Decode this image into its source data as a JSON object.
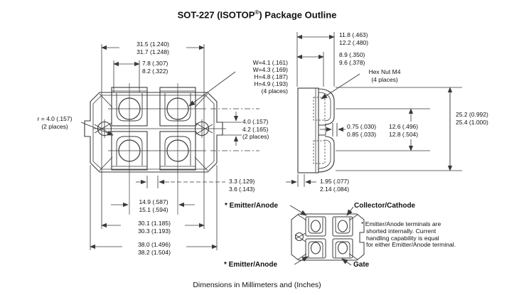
{
  "title": {
    "text_before_reg": "SOT-227 (ISOTOP",
    "registered_mark": "®",
    "text_after_reg": ") Package Outline"
  },
  "caption": "Dimensions in Millimeters and (Inches)",
  "drawing": {
    "line_color": "#3a3a3a",
    "text_color": "#111111",
    "background": "#ffffff",
    "views": [
      "top-view",
      "side-view",
      "terminal-assignment-view"
    ]
  },
  "dims": {
    "d315": [
      "31.5 (1.240)",
      "31.7 (1.248)"
    ],
    "d78": [
      "7.8 (.307)",
      "8.2 (.322)"
    ],
    "wh": [
      "W=4.1 (.161)",
      "W=4.3 (.169)",
      "H=4.8 (.187)",
      "H=4.9 (.193)",
      "(4 places)"
    ],
    "r40": [
      "r = 4.0 (.157)",
      "(2 places)"
    ],
    "d40slot": [
      "4.0 (.157)",
      "4.2 (.165)",
      "(2 places)"
    ],
    "d118": [
      "11.8 (.463)",
      "12.2 (.480)"
    ],
    "d89": [
      "8.9 (.350)",
      "9.6 (.378)"
    ],
    "hexnut": [
      "Hex Nut M4",
      "(4 places)"
    ],
    "d075": [
      "0.75 (.030)",
      "0.85 (.033)"
    ],
    "d126": [
      "12.6 (.496)",
      "12.8 (.504)"
    ],
    "d252": [
      "25.2 (0.992)",
      "25.4 (1.000)"
    ],
    "d33": [
      "3.3 (.129)",
      "3.6 (.143)"
    ],
    "d195": [
      "1.95 (.077)",
      "2.14 (.084)"
    ],
    "d149": [
      "14.9 (.587)",
      "15.1 (.594)"
    ],
    "d301": [
      "30.1 (1.185)",
      "30.3 (1.193)"
    ],
    "d380": [
      "38.0 (1.496)",
      "38.2 (1.504)"
    ]
  },
  "terminals": {
    "top_left": "* Emitter/Anode",
    "top_right": "Collector/Cathode",
    "bottom_left": "* Emitter/Anode",
    "bottom_right": "Gate"
  },
  "note": [
    "* Emitter/Anode terminals are",
    "shorted internally. Current",
    "handling capability is equal",
    "for either Emitter/Anode terminal."
  ]
}
